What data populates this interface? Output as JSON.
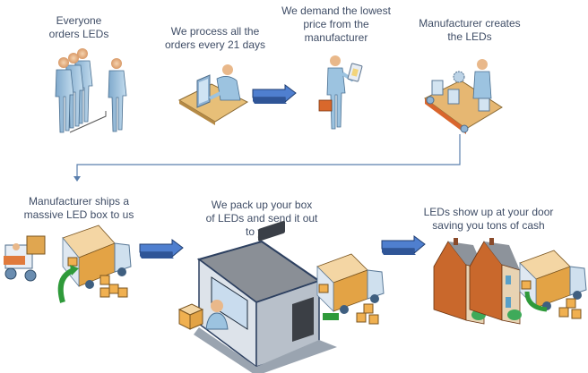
{
  "steps": [
    {
      "id": "order",
      "caption": "Everyone\norders LEDs",
      "icon": "people-group-icon"
    },
    {
      "id": "process",
      "caption": "We process all the\norders every 21 days",
      "icon": "desk-worker-icon"
    },
    {
      "id": "demand",
      "caption": "We demand the lowest\nprice from the\nmanufacturer",
      "icon": "businessman-icon"
    },
    {
      "id": "create",
      "caption": "Manufacturer creates\nthe LEDs",
      "icon": "assembly-line-icon"
    },
    {
      "id": "ship",
      "caption": "Manufacturer ships a\nmassive LED box to us",
      "icon": "forklift-truck-icon"
    },
    {
      "id": "pack",
      "caption": "We pack up your box\nof LEDs and send it out\nto you.",
      "icon": "warehouse-icon"
    },
    {
      "id": "deliver",
      "caption": "LEDs show up at your door\nsaving you tons of cash",
      "icon": "houses-delivery-icon"
    }
  ],
  "colors": {
    "text": "#3f4d66",
    "arrow": "#4f7fcf",
    "connector": "#5a7fad",
    "person": "#9cc3e0",
    "box": "#f0b050",
    "green": "#2f9a3a"
  }
}
